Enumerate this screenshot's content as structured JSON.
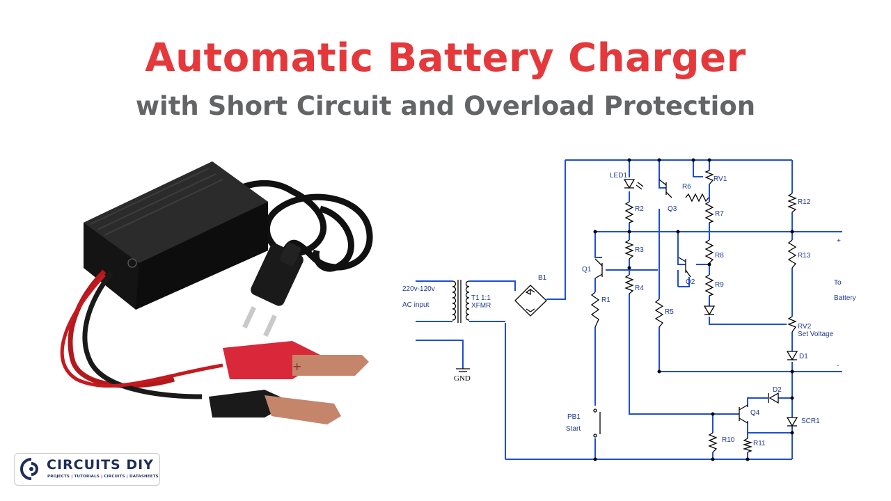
{
  "header": {
    "title": "Automatic Battery Charger",
    "subtitle": "with Short Circuit and Overload Protection"
  },
  "colors": {
    "title": "#e5383b",
    "subtitle": "#636466",
    "wire": "#1e4fd1",
    "component": "#000000",
    "label": "#1f3a93"
  },
  "product_photo": {
    "description_icon": "battery-charger-photo"
  },
  "schematic": {
    "labels": {
      "led1": "LED1",
      "rv1": "RV1",
      "r6": "R6",
      "q3": "Q3",
      "r2": "R2",
      "r7": "R7",
      "r12": "R12",
      "r3": "R3",
      "r8": "R8",
      "r13": "R13",
      "plus": "+",
      "q1": "Q1",
      "q2": "Q2",
      "b1": "B1",
      "r4": "R4",
      "r9": "R9",
      "input_voltage": "220v-120v",
      "t1": "T1",
      "ratio": "1:1",
      "xfmr": "XFMR",
      "ac_input": "AC input",
      "r1": "R1",
      "to": "To",
      "battery": "Battery",
      "r5": "R5",
      "rv2": "RV2",
      "set_voltage": "Set Voltage",
      "d1": "D1",
      "minus": "-",
      "gnd": "GND",
      "d2": "D2",
      "pb1": "PB1",
      "start": "Start",
      "q4": "Q4",
      "scr1": "SCR1",
      "r10": "R10",
      "r11": "R11"
    }
  },
  "logo": {
    "name": "CIRCUITS DIY",
    "tagline": "PROJECTS | TUTORIALS | CIRCUITS | DATASHEETS"
  }
}
